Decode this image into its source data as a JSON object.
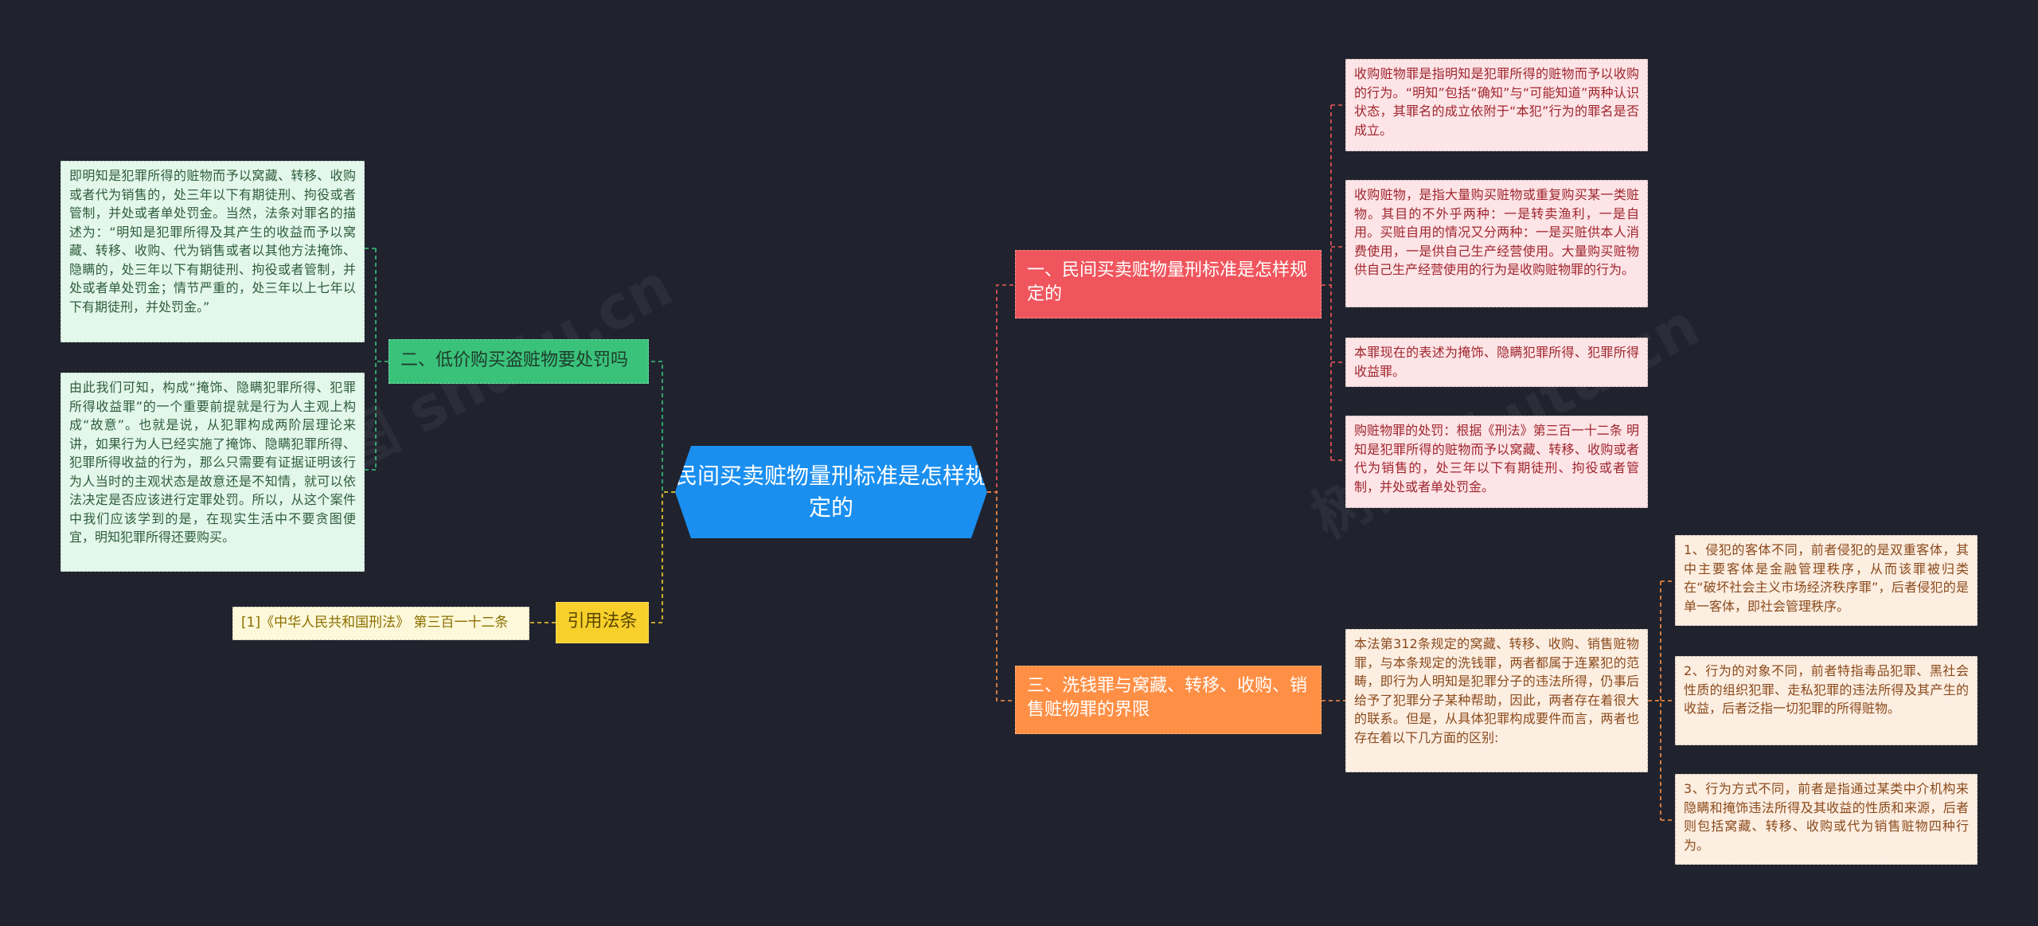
{
  "watermarks": [
    "树图 shutu.cn",
    "树图 shutu.cn"
  ],
  "root": {
    "label": "民间买卖赃物量刑标准是怎样规定的"
  },
  "branches": {
    "b1": {
      "label": "一、民间买卖赃物量刑标准是怎样规定的",
      "leaves": [
        "收购赃物罪是指明知是犯罪所得的赃物而予以收购的行为。“明知”包括“确知”与“可能知道”两种认识状态，其罪名的成立依附于“本犯”行为的罪名是否成立。",
        "收购赃物，是指大量购买赃物或重复购买某一类赃物。其目的不外乎两种：一是转卖渔利，一是自用。买赃自用的情况又分两种：一是买赃供本人消费使用，一是供自己生产经营使用。大量购买赃物供自己生产经营使用的行为是收购赃物罪的行为。",
        "本罪现在的表述为掩饰、隐瞒犯罪所得、犯罪所得收益罪。",
        "购赃物罪的处罚：根据《刑法》第三百一十二条 明知是犯罪所得的赃物而予以窝藏、转移、收购或者代为销售的，处三年以下有期徒刑、拘役或者管制，并处或者单处罚金。"
      ]
    },
    "b2": {
      "label": "二、低价购买盗赃物要处罚吗",
      "leaves": [
        "即明知是犯罪所得的赃物而予以窝藏、转移、收购或者代为销售的，处三年以下有期徒刑、拘役或者管制，并处或者单处罚金。当然，法条对罪名的描述为：“明知是犯罪所得及其产生的收益而予以窝藏、转移、收购、代为销售或者以其他方法掩饰、隐瞒的，处三年以下有期徒刑、拘役或者管制，并处或者单处罚金；情节严重的，处三年以上七年以下有期徒刑，并处罚金。”",
        "由此我们可知，构成“掩饰、隐瞒犯罪所得、犯罪所得收益罪”的一个重要前提就是行为人主观上构成“故意”。也就是说，从犯罪构成两阶层理论来讲，如果行为人已经实施了掩饰、隐瞒犯罪所得、犯罪所得收益的行为，那么只需要有证据证明该行为人当时的主观状态是故意还是不知情，就可以依法决定是否应该进行定罪处罚。所以，从这个案件中我们应该学到的是，在现实生活中不要贪图便宜，明知犯罪所得还要购买。"
      ]
    },
    "b3": {
      "label": "三、洗钱罪与窝藏、转移、收购、销售赃物罪的界限",
      "mid": "本法第312条规定的窝藏、转移、收购、销售赃物罪，与本条规定的洗钱罪，两者都属于连累犯的范畴，即行为人明知是犯罪分子的违法所得，仍事后给予了犯罪分子某种帮助，因此，两者存在着很大的联系。但是，从具体犯罪构成要件而言，两者也存在着以下几方面的区别:",
      "leaves": [
        "1、侵犯的客体不同，前者侵犯的是双重客体，其中主要客体是金融管理秩序，从而该罪被归类在“破坏社会主义市场经济秩序罪”，后者侵犯的是单一客体，即社会管理秩序。",
        "2、行为的对象不同，前者特指毒品犯罪、黑社会性质的组织犯罪、走私犯罪的违法所得及其产生的收益，后者泛指一切犯罪的所得赃物。",
        "3、行为方式不同，前者是指通过某类中介机构来隐瞒和掩饰违法所得及其收益的性质和来源，后者则包括窝藏、转移、收购或代为销售赃物四种行为。"
      ]
    },
    "b4": {
      "label": "引用法条",
      "leaves": [
        "[1]《中华人民共和国刑法》 第三百一十二条"
      ]
    }
  },
  "colors": {
    "background": "#20232e",
    "root": "#1a8ff0",
    "branch1": "#f0555d",
    "branch2": "#3ac27a",
    "branch3": "#ff8f45",
    "branch4": "#f8d02c"
  }
}
